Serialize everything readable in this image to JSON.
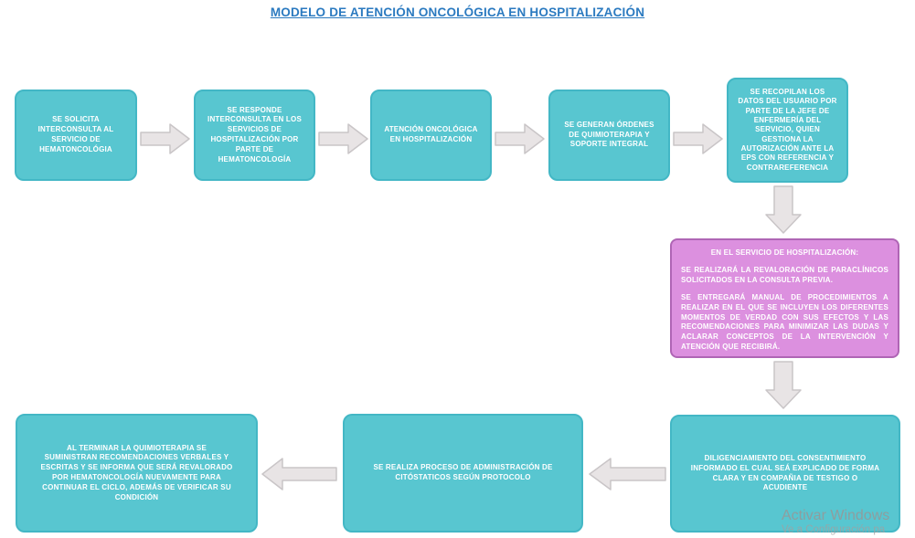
{
  "title": "MODELO DE ATENCIÓN ONCOLÓGICA EN HOSPITALIZACIÓN",
  "flowchart": {
    "step1": "SE SOLICITA INTERCONSULTA  AL SERVICIO DE HEMATONCOLÓGIA",
    "step2": "SE RESPONDE INTERCONSULTA  EN LOS SERVICIOS DE HOSPITALIZACIÓN POR PARTE DE HEMATONCOLOGÍA",
    "step3": "ATENCIÓN ONCOLÓGICA EN HOSPITALIZACIÓN",
    "step4": "SE GENERAN ÓRDENES DE QUIMIOTERAPIA Y SOPORTE INTEGRAL",
    "step5": "SE RECOPILAN LOS DATOS DEL USUARIO POR PARTE DE LA JEFE DE ENFERMERÍA DEL SERVICIO, QUIEN GESTIONA LA AUTORIZACIÓN ANTE LA EPS CON REFERENCIA Y CONTRAREFERENCIA",
    "step6_heading": "EN EL SERVICIO DE HOSPITALIZACIÓN:",
    "step6_para1": "SE REALIZARÁ LA REVALORACIÓN DE PARACLÍNICOS SOLICITADOS EN LA CONSULTA PREVIA.",
    "step6_para2": "SE ENTREGARÁ MANUAL DE PROCEDIMIENTOS A REALIZAR EN EL QUE SE INCLUYEN LOS DIFERENTES MOMENTOS DE VERDAD CON SUS EFECTOS Y LAS RECOMENDACIONES PARA MINIMIZAR LAS DUDAS Y ACLARAR CONCEPTOS DE LA INTERVENCIÓN Y ATENCIÓN QUE RECIBIRÁ.",
    "step7": "DILIGENCIAMIENTO DEL CONSENTIMIENTO INFORMADO EL CUAL SEÁ EXPLICADO DE FORMA CLARA Y EN COMPAÑIA DE TESTIGO O ACUDIENTE",
    "step8": "SE REALIZA PROCESO DE ADMINISTRACIÓN DE CITÓSTATICOS  SEGÚN PROTOCOLO",
    "step9": "AL TERMINAR LA QUIMIOTERAPIA SE SUMINISTRAN RECOMENDACIONES VERBALES Y ESCRITAS  Y SE INFORMA QUE SERÁ REVALORADO  POR HEMATONCOLOGÍA NUEVAMENTE PARA CONTINUAR EL CICLO, ADEMÁS DE VERIFICAR SU CONDICIÓN"
  },
  "colors": {
    "teal_fill": "#58C6D0",
    "teal_border": "#43B7C5",
    "purple_fill": "#DC90DF",
    "purple_border": "#AF65B5",
    "arrow_fill": "#E8E4E5",
    "arrow_border": "#C9C5C7",
    "title_blue": "#2B7AC0"
  },
  "watermark": {
    "line1": "Activar Windows",
    "line2": "Ve a Configuración pa"
  }
}
